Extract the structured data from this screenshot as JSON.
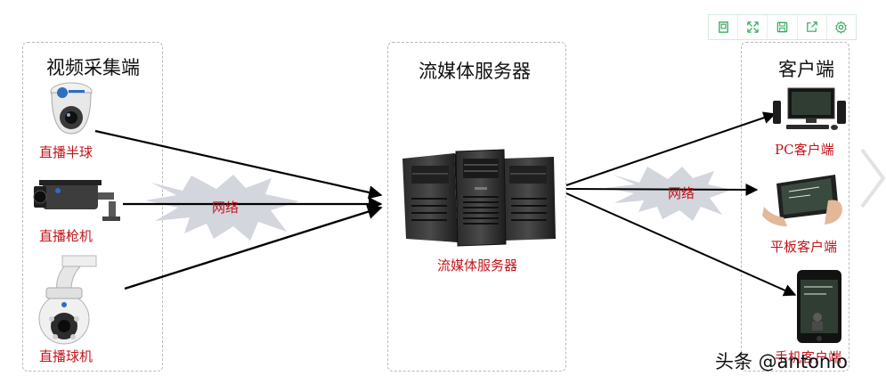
{
  "toolbar": {
    "icons": [
      "restore-icon",
      "fullscreen-icon",
      "save-icon",
      "share-icon",
      "settings-icon"
    ],
    "color": "#2faa5d"
  },
  "sections": {
    "capture": {
      "title": "视频采集端",
      "devices": [
        "直播半球",
        "直播枪机",
        "直播球机"
      ]
    },
    "server": {
      "title": "流媒体服务器",
      "label": "流媒体服务器"
    },
    "client": {
      "title": "客户端",
      "devices": [
        "PC客户端",
        "平板客户端",
        "手机客户端"
      ]
    }
  },
  "network": {
    "left_label": "网络",
    "right_label": "网络"
  },
  "watermark": "头条 @antonio",
  "colors": {
    "label_red": "#c0151b",
    "burst_fill": "#d4d6de",
    "arrow": "#000000"
  }
}
